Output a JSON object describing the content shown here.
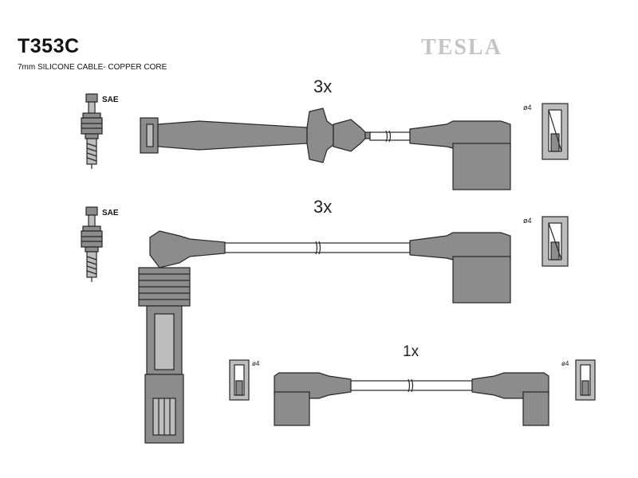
{
  "header": {
    "part_number": "T353C",
    "cable_spec": "7mm SILICONE CABLE- COPPER CORE",
    "brand": "TESLA"
  },
  "leads": [
    {
      "quantity": "3x",
      "spark_plug_label": "SAE",
      "terminal_label": "ø4"
    },
    {
      "quantity": "3x",
      "spark_plug_label": "SAE",
      "terminal_label": "ø4"
    },
    {
      "quantity": "1x",
      "terminal_label_left": "ø4",
      "terminal_label_right": "ø4"
    }
  ]
}
